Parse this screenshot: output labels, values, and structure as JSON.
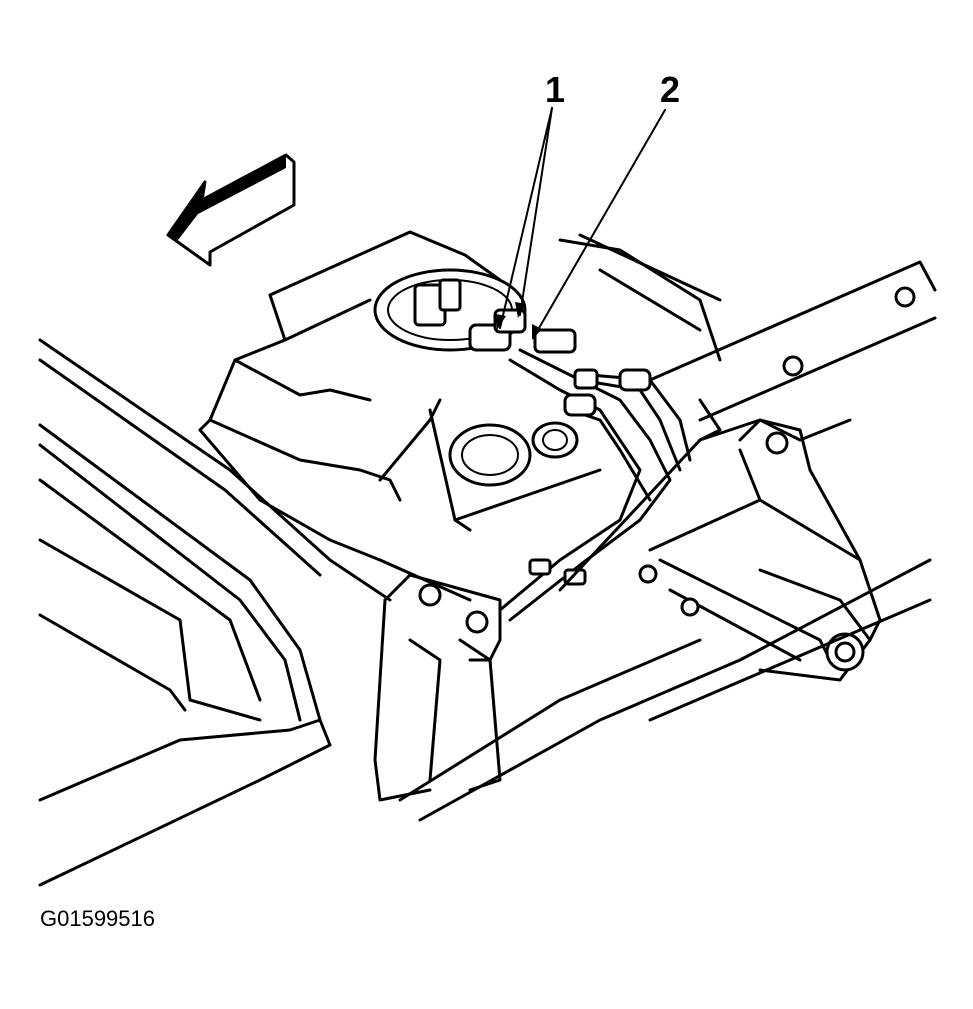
{
  "callouts": [
    {
      "label": "1"
    },
    {
      "label": "2"
    }
  ],
  "figure_id": "G01599516",
  "icons": [
    "direction-arrow-icon"
  ],
  "colors": {
    "ink": "#000000",
    "paper": "#ffffff"
  }
}
